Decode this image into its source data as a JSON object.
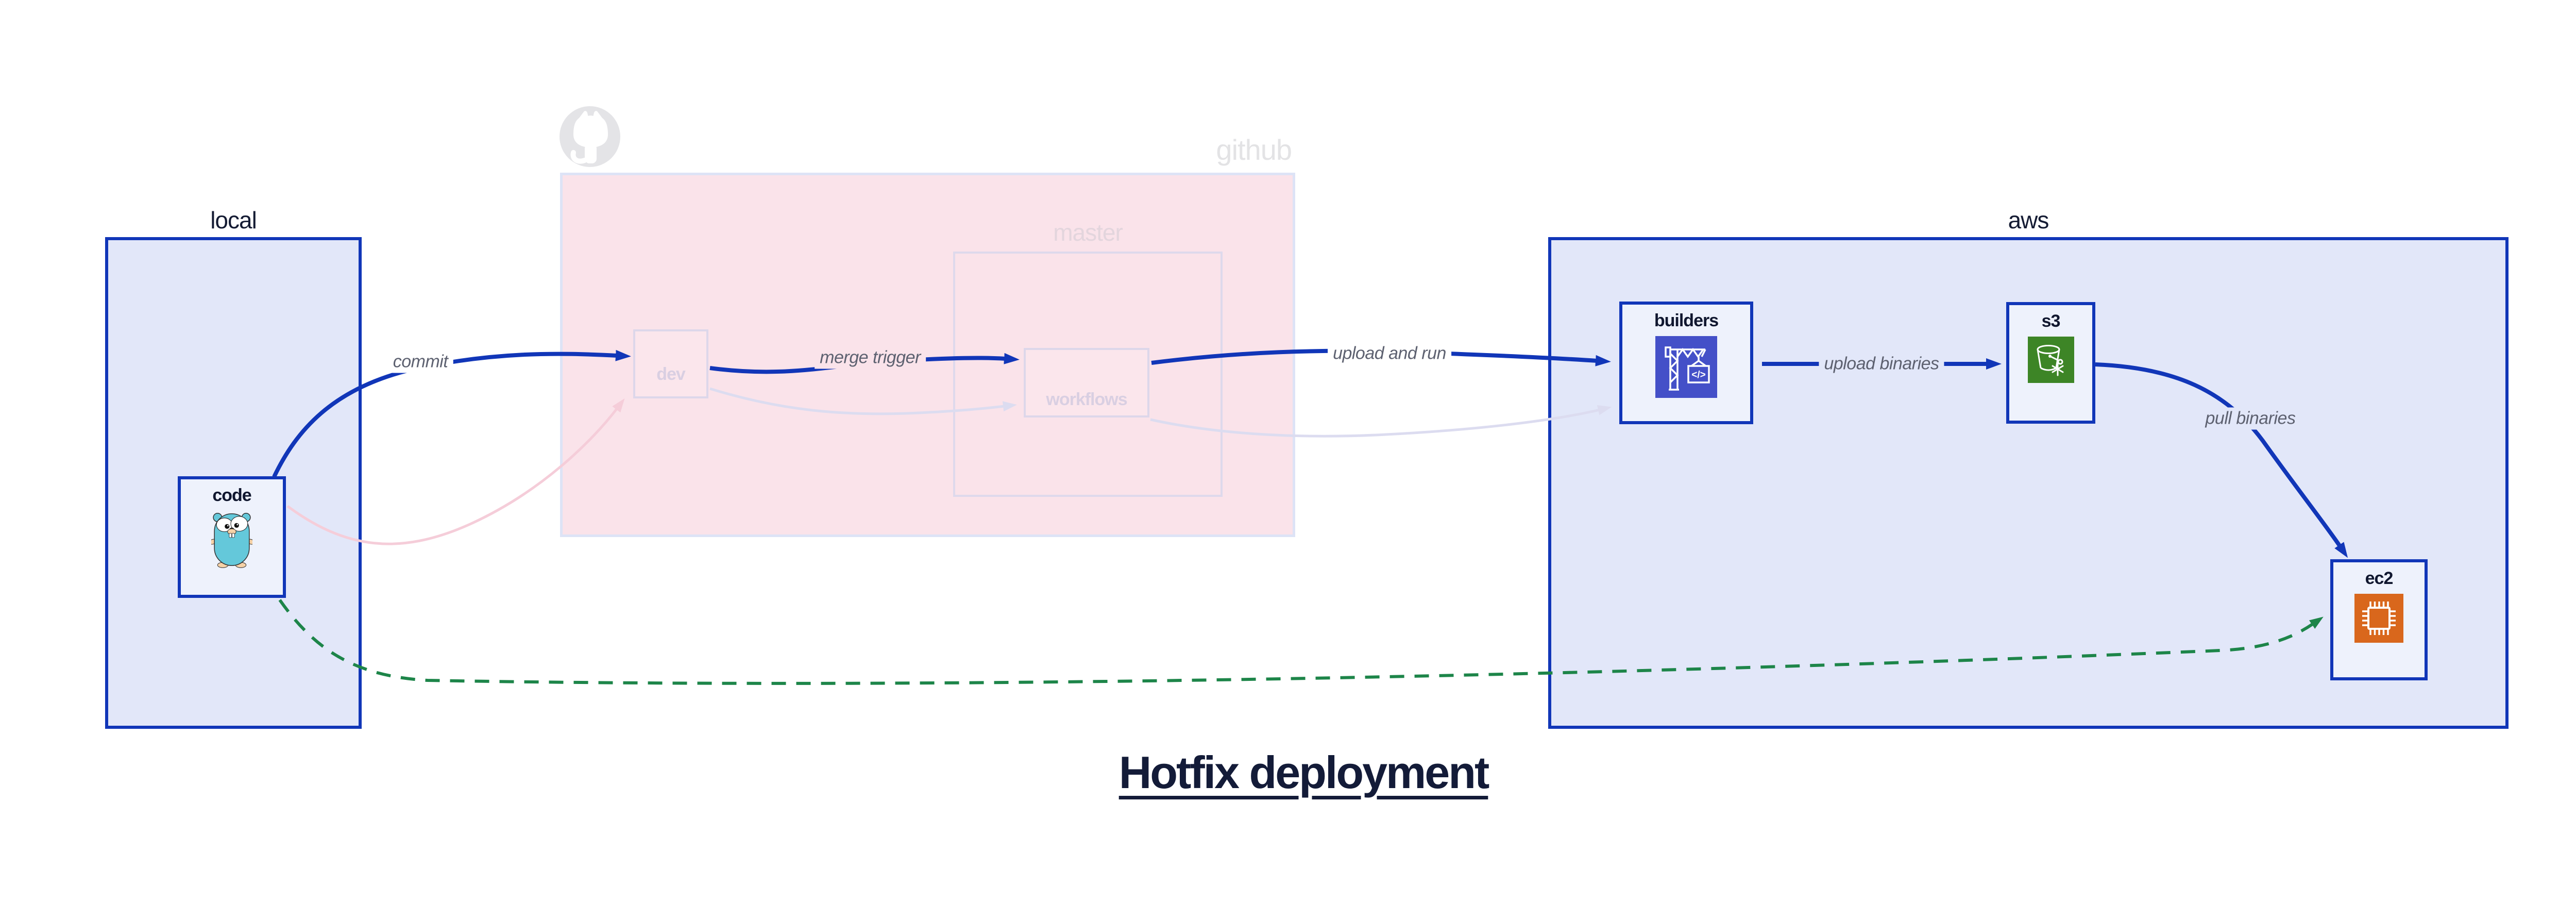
{
  "diagram": {
    "title": "Hotfix deployment",
    "clusters": {
      "local": {
        "label": "local"
      },
      "github": {
        "label": "github"
      },
      "master": {
        "label": "master"
      },
      "aws": {
        "label": "aws"
      }
    },
    "nodes": {
      "code": {
        "label": "code",
        "icon": "go-gopher-icon"
      },
      "dev": {
        "label": "dev",
        "icon": ""
      },
      "workflows": {
        "label": "workflows",
        "icon": ""
      },
      "builders": {
        "label": "builders",
        "icon": "codebuild-crane-icon"
      },
      "s3": {
        "label": "s3",
        "icon": "s3-bucket-snowflake-icon"
      },
      "ec2": {
        "label": "ec2",
        "icon": "ec2-chip-icon"
      }
    },
    "edges": [
      {
        "id": "commit",
        "from": "code",
        "to": "dev",
        "label": "commit",
        "style": "solid-blue"
      },
      {
        "id": "merge-trigger",
        "from": "dev",
        "to": "workflows",
        "label": "merge trigger",
        "style": "solid-blue"
      },
      {
        "id": "upload-and-run",
        "from": "workflows",
        "to": "builders",
        "label": "upload and run",
        "style": "solid-blue"
      },
      {
        "id": "upload-binaries",
        "from": "builders",
        "to": "s3",
        "label": "upload binaries",
        "style": "solid-blue"
      },
      {
        "id": "pull-binaries",
        "from": "s3",
        "to": "ec2",
        "label": "pull binaries",
        "style": "solid-blue"
      },
      {
        "id": "hotfix-direct",
        "from": "code",
        "to": "ec2",
        "label": "",
        "style": "dashed-green"
      },
      {
        "id": "code-dev-normal",
        "from": "code",
        "to": "dev",
        "label": "",
        "style": "faded-pink"
      },
      {
        "id": "dev-workflows-normal",
        "from": "dev",
        "to": "workflows",
        "label": "",
        "style": "faded-lavender"
      },
      {
        "id": "workflows-builders-normal",
        "from": "workflows",
        "to": "builders",
        "label": "",
        "style": "faded-lavender"
      }
    ],
    "colors": {
      "arrow_blue": "#1136b8",
      "arrow_green": "#1d8549",
      "arrow_faded_pink": "#f5cdd9",
      "arrow_faded_lavender": "#dcdcf0",
      "cluster_blue_fill": "#e2e7f9",
      "cluster_blue_border": "#1136b8",
      "node_fill": "#eef2fc",
      "github_fill": "#fae3ea",
      "faded_node_border": "#ddd7ea",
      "faded_text": "#d9cfe2",
      "github_gray": "#e3e3e5",
      "edge_label_gray": "#5d6170",
      "title_color": "#131b38",
      "builders_icon_bg": "#4450c8",
      "s3_icon_bg": "#3d8526",
      "ec2_icon_bg": "#d9671c",
      "gopher_body": "#64c8da"
    }
  }
}
